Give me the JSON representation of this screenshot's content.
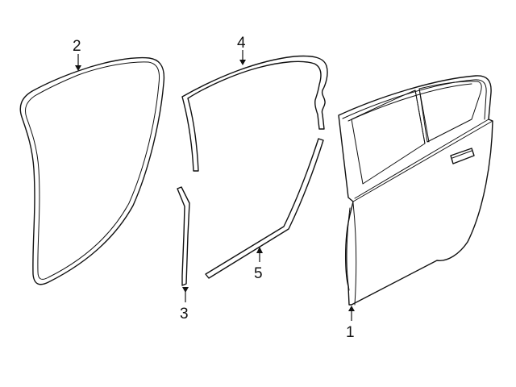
{
  "diagram": {
    "type": "exploded-parts-diagram",
    "subject": "Rear door and weatherstrips",
    "background": "#ffffff",
    "line_color": "#111111",
    "callouts": [
      {
        "number": "1",
        "part": "door-shell"
      },
      {
        "number": "2",
        "part": "door-opening-weatherstrip"
      },
      {
        "number": "3",
        "part": "front-vertical-seal-strip"
      },
      {
        "number": "4",
        "part": "upper-frame-weatherstrip"
      },
      {
        "number": "5",
        "part": "rear-lower-seal-strip"
      }
    ]
  }
}
